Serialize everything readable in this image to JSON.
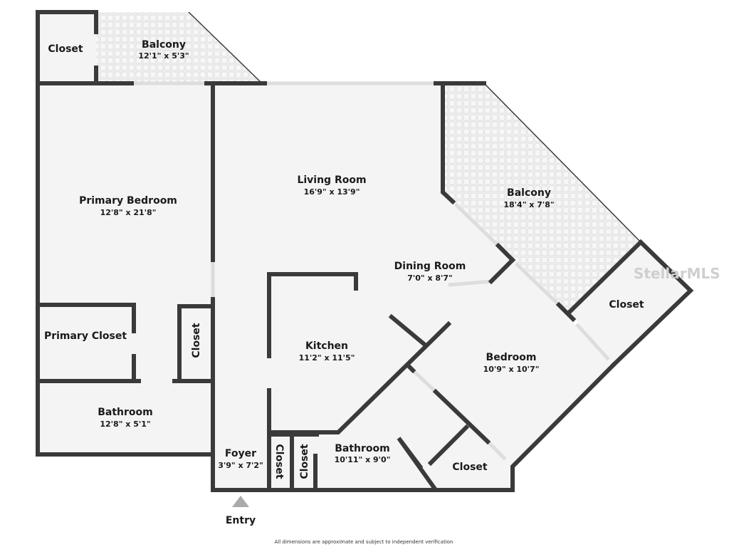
{
  "rooms": {
    "closet_top": {
      "name": "Closet"
    },
    "balcony_top": {
      "name": "Balcony",
      "dims": "12'1\" x 5'3\""
    },
    "primary_bedroom": {
      "name": "Primary Bedroom",
      "dims": "12'8\" x 21'8\""
    },
    "living_room": {
      "name": "Living Room",
      "dims": "16'9\" x 13'9\""
    },
    "balcony_right": {
      "name": "Balcony",
      "dims": "18'4\" x 7'8\""
    },
    "dining_room": {
      "name": "Dining Room",
      "dims": "7'0\" x 8'7\""
    },
    "closet_right": {
      "name": "Closet"
    },
    "primary_closet": {
      "name": "Primary Closet"
    },
    "closet_mid": {
      "name": "Closet"
    },
    "kitchen": {
      "name": "Kitchen",
      "dims": "11'2\" x 11'5\""
    },
    "bedroom": {
      "name": "Bedroom",
      "dims": "10'9\" x 10'7\""
    },
    "bathroom_left": {
      "name": "Bathroom",
      "dims": "12'8\" x 5'1\""
    },
    "foyer": {
      "name": "Foyer",
      "dims": "3'9\" x 7'2\""
    },
    "closet_foyer1": {
      "name": "Closet"
    },
    "closet_foyer2": {
      "name": "Closet"
    },
    "bathroom_right": {
      "name": "Bathroom",
      "dims": "10'11\" x 9'0\""
    },
    "closet_bottom": {
      "name": "Closet"
    }
  },
  "entry_label": "Entry",
  "watermark": "StellarMLS",
  "disclaimer": "All dimensions are approximate and subject to independent verification"
}
